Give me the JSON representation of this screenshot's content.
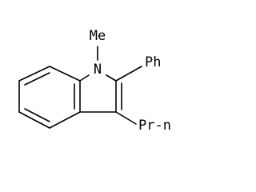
{
  "molecule": {
    "labels": {
      "n_atom": "N",
      "methyl": "Me",
      "phenyl": "Ph",
      "propyl": "Pr-n"
    }
  }
}
